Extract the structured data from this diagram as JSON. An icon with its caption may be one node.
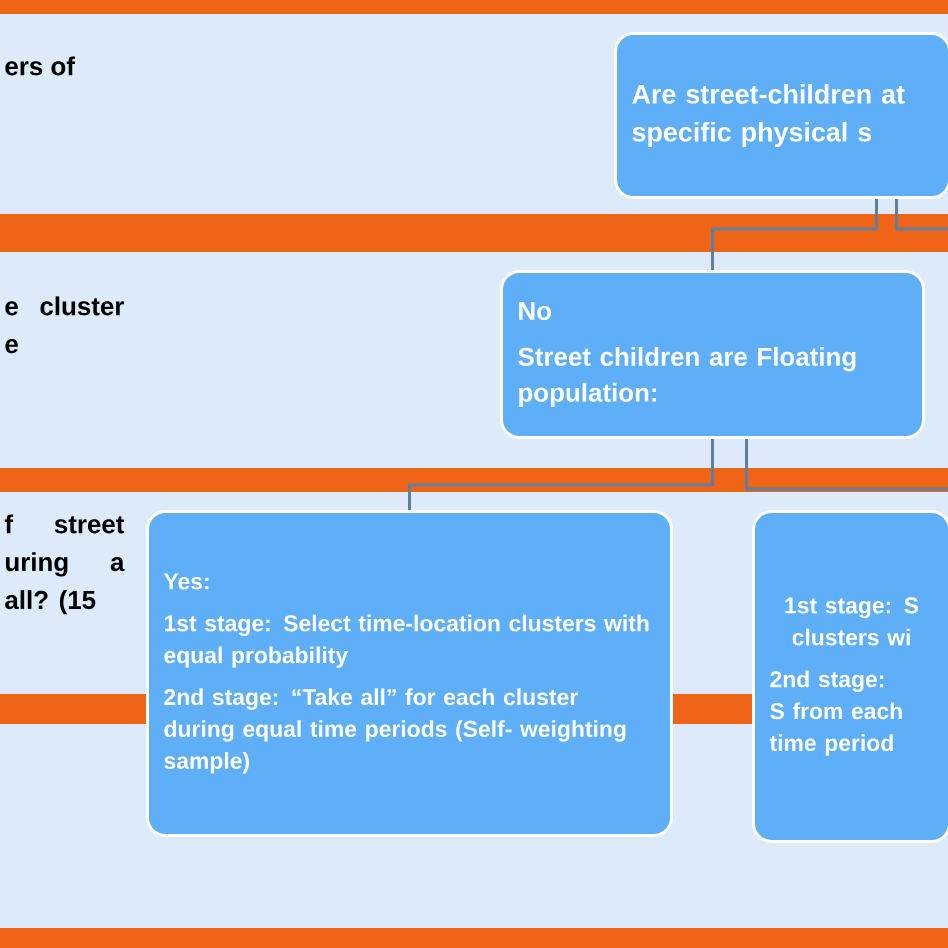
{
  "diagram": {
    "nodes": [
      {
        "text": [
          "Are street-children at specific physical s"
        ]
      },
      {
        "text": [
          "No",
          "Street children are Floating population:"
        ]
      },
      {
        "text": [
          "Yes:",
          "1st stage: Select time-location clusters with equal probability",
          "2nd stage: “Take all” for each cluster during equal time periods (Self- weighting sample)"
        ]
      },
      {
        "text": [
          "1st stage: S clusters wi",
          "2nd stage: S from each time period"
        ]
      }
    ],
    "edges": [
      {
        "from": 0,
        "to": 1,
        "arrow": "none"
      },
      {
        "from": 0,
        "to": null,
        "arrow": "none"
      },
      {
        "from": 1,
        "to": 2,
        "arrow": "none"
      },
      {
        "from": 1,
        "to": null,
        "arrow": "none"
      }
    ],
    "labels": [
      "ers of",
      "e cluster e",
      "f street uring a all? (15"
    ]
  }
}
